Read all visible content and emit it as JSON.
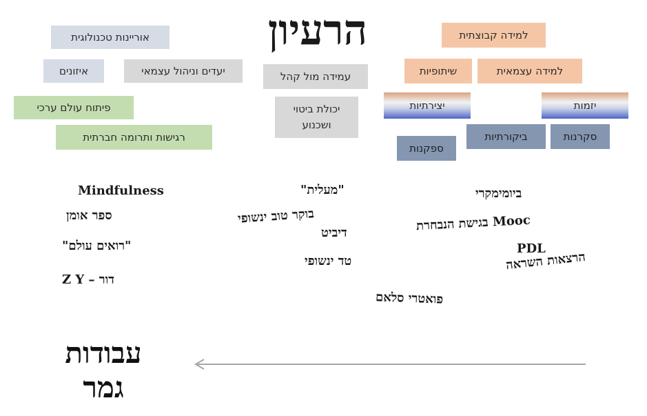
{
  "title": "הרעיון",
  "boxes": {
    "tech_literacy": "אוריינות טכנולוגית",
    "balance": "איזונים",
    "self_knowledge": "יעדים וניהול עצמאי",
    "audience": "עמידה מול קהל",
    "expression_line1": "יכולת ביטוי",
    "expression_line2": "ושכנוע",
    "values": "פיתוח עולם ערכי",
    "sensitivity": "רגישות ותרומה חברתית",
    "group_learning": "למידה קבוצתית",
    "collaboration": "שיתופיות",
    "self_learning": "למידה עצמאית",
    "creativity": "יצירתיות",
    "initiative": "יזמות",
    "criticism": "ביקורתיות",
    "curiosity": "סקרנות",
    "doubt": "ספקנות"
  },
  "handwritten": {
    "mindfulness": "Mindfulness",
    "book_artist": "ספר אומן",
    "seeing_world": "\"רואים עולם\"",
    "generation": "דור – Z Y",
    "maalit": "\"מעלית\"",
    "morning": "בוקר טוב ינשופי",
    "debate": "דיביט",
    "ted": "טד ינשופי",
    "poetry_slam": "פואטרי סלאם",
    "biomimicry": "ביומימקרי",
    "mooc": "Mooc בגישת הנבחרת",
    "pdl": "PDL",
    "inspiration": "הרצאות השראה"
  },
  "final": {
    "line1": "עבודות",
    "line2": "גמר"
  },
  "colors": {
    "gray": "#d8d8d8",
    "blue": "#d6dce5",
    "green": "#c3ddb0",
    "peach": "#f5c6a5",
    "slate": "#8496b0",
    "arrow": "#a6a6a6"
  }
}
